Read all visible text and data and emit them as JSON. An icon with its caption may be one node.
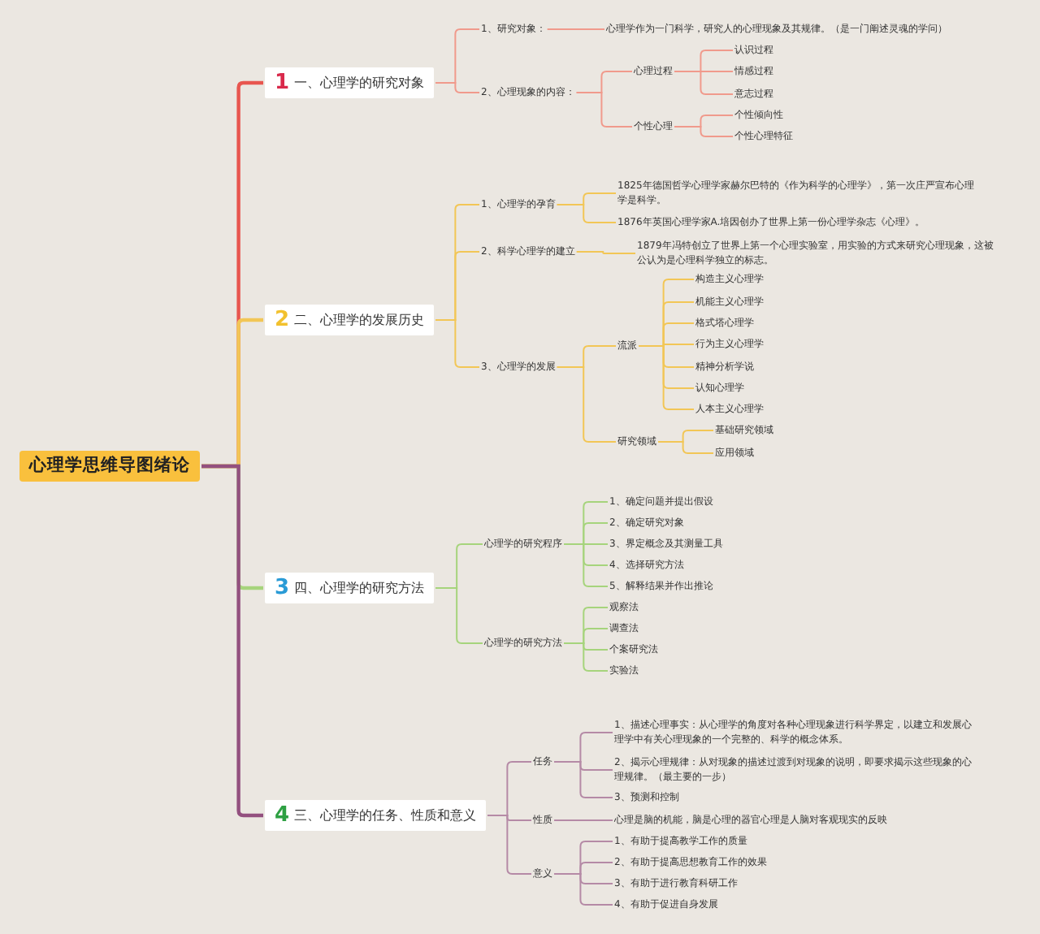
{
  "diagram": {
    "nodes": [
      {
        "text": [
          "心理学思维导图绪论"
        ]
      },
      {
        "text": [
          "1",
          "一、心理学的研究对象"
        ]
      },
      {
        "text": [
          "1、研究对象："
        ]
      },
      {
        "text": [
          "心理学作为一门科学，研究人的心理现象及其规律。（是一门阐述灵魂的学问）"
        ]
      },
      {
        "text": [
          "2、心理现象的内容："
        ]
      },
      {
        "text": [
          "心理过程"
        ]
      },
      {
        "text": [
          "认识过程"
        ]
      },
      {
        "text": [
          "情感过程"
        ]
      },
      {
        "text": [
          "意志过程"
        ]
      },
      {
        "text": [
          "个性心理"
        ]
      },
      {
        "text": [
          "个性倾向性"
        ]
      },
      {
        "text": [
          "个性心理特征"
        ]
      },
      {
        "text": [
          "2",
          "二、心理学的发展历史"
        ]
      },
      {
        "text": [
          "1、心理学的孕育"
        ]
      },
      {
        "text": [
          "1825年德国哲学心理学家赫尔巴特的《作为科学的心理学》，第一次庄严宣布心理学是科学。"
        ]
      },
      {
        "text": [
          "1876年英国心理学家A.培因创办了世界上第一份心理学杂志《心理》。"
        ]
      },
      {
        "text": [
          "2、科学心理学的建立"
        ]
      },
      {
        "text": [
          "1879年冯特创立了世界上第一个心理实验室，用实验的方式来研究心理现象，这被公认为是心理科学独立的标志。"
        ]
      },
      {
        "text": [
          "3、心理学的发展"
        ]
      },
      {
        "text": [
          "流派"
        ]
      },
      {
        "text": [
          "构造主义心理学"
        ]
      },
      {
        "text": [
          "机能主义心理学"
        ]
      },
      {
        "text": [
          "格式塔心理学"
        ]
      },
      {
        "text": [
          "行为主义心理学"
        ]
      },
      {
        "text": [
          "精神分析学说"
        ]
      },
      {
        "text": [
          "认知心理学"
        ]
      },
      {
        "text": [
          "人本主义心理学"
        ]
      },
      {
        "text": [
          "研究领域"
        ]
      },
      {
        "text": [
          "基础研究领域"
        ]
      },
      {
        "text": [
          "应用领域"
        ]
      },
      {
        "text": [
          "3",
          "四、心理学的研究方法"
        ]
      },
      {
        "text": [
          "心理学的研究程序"
        ]
      },
      {
        "text": [
          "1、确定问题并提出假设"
        ]
      },
      {
        "text": [
          "2、确定研究对象"
        ]
      },
      {
        "text": [
          "3、界定概念及其测量工具"
        ]
      },
      {
        "text": [
          "4、选择研究方法"
        ]
      },
      {
        "text": [
          "5、解释结果并作出推论"
        ]
      },
      {
        "text": [
          "心理学的研究方法"
        ]
      },
      {
        "text": [
          "观察法"
        ]
      },
      {
        "text": [
          "调查法"
        ]
      },
      {
        "text": [
          "个案研究法"
        ]
      },
      {
        "text": [
          "实验法"
        ]
      },
      {
        "text": [
          "4",
          "三、心理学的任务、性质和意义"
        ]
      },
      {
        "text": [
          "任务"
        ]
      },
      {
        "text": [
          "1、描述心理事实：从心理学的角度对各种心理现象进行科学界定，以建立和发展心理学中有关心理现象的一个完整的、科学的概念体系。"
        ]
      },
      {
        "text": [
          "2、揭示心理规律：从对现象的描述过渡到对现象的说明，即要求揭示这些现象的心理规律。（最主要的一步）"
        ]
      },
      {
        "text": [
          "3、预测和控制"
        ]
      },
      {
        "text": [
          "性质"
        ]
      },
      {
        "text": [
          "心理是脑的机能，脑是心理的器官心理是人脑对客观现实的反映"
        ]
      },
      {
        "text": [
          "意义"
        ]
      },
      {
        "text": [
          "1、有助于提高教学工作的质量"
        ]
      },
      {
        "text": [
          "2、有助于提高思想教育工作的效果"
        ]
      },
      {
        "text": [
          "3、有助于进行教育科研工作"
        ]
      },
      {
        "text": [
          "4、有助于促进自身发展"
        ]
      }
    ],
    "edges": [
      {
        "from": 0,
        "to": 1,
        "arrow": "none",
        "color": "#e8564f"
      },
      {
        "from": 0,
        "to": 12,
        "arrow": "none"
      },
      {
        "from": 0,
        "to": 30,
        "arrow": "none",
        "color": "#a6d47c"
      },
      {
        "from": 0,
        "to": 42,
        "arrow": "none",
        "color": "#93507f"
      },
      {
        "from": 1,
        "to": 2,
        "arrow": "none",
        "color": "#f09a8c"
      },
      {
        "from": 2,
        "to": 3,
        "arrow": "none",
        "color": "#f09a8c"
      },
      {
        "from": 1,
        "to": 4,
        "arrow": "none",
        "color": "#f09a8c"
      },
      {
        "from": 4,
        "to": 5,
        "arrow": "none",
        "color": "#f09a8c"
      },
      {
        "from": 5,
        "to": 6,
        "arrow": "none",
        "color": "#f09a8c"
      },
      {
        "from": 5,
        "to": 7,
        "arrow": "none",
        "color": "#f09a8c"
      },
      {
        "from": 5,
        "to": 8,
        "arrow": "none",
        "color": "#f09a8c"
      },
      {
        "from": 4,
        "to": 9,
        "arrow": "none",
        "color": "#f09a8c"
      },
      {
        "from": 9,
        "to": 10,
        "arrow": "none",
        "color": "#f09a8c"
      },
      {
        "from": 9,
        "to": 11,
        "arrow": "none",
        "color": "#f09a8c"
      },
      {
        "from": 12,
        "to": 13,
        "arrow": "none"
      },
      {
        "from": 13,
        "to": 14,
        "arrow": "none"
      },
      {
        "from": 13,
        "to": 15,
        "arrow": "none"
      },
      {
        "from": 12,
        "to": 16,
        "arrow": "none"
      },
      {
        "from": 16,
        "to": 17,
        "arrow": "none"
      },
      {
        "from": 12,
        "to": 18,
        "arrow": "none"
      },
      {
        "from": 18,
        "to": 19,
        "arrow": "none"
      },
      {
        "from": 19,
        "to": 20,
        "arrow": "none"
      },
      {
        "from": 19,
        "to": 21,
        "arrow": "none"
      },
      {
        "from": 19,
        "to": 22,
        "arrow": "none"
      },
      {
        "from": 19,
        "to": 23,
        "arrow": "none"
      },
      {
        "from": 19,
        "to": 24,
        "arrow": "none"
      },
      {
        "from": 19,
        "to": 25,
        "arrow": "none"
      },
      {
        "from": 19,
        "to": 26,
        "arrow": "none"
      },
      {
        "from": 18,
        "to": 27,
        "arrow": "none"
      },
      {
        "from": 27,
        "to": 28,
        "arrow": "none"
      },
      {
        "from": 27,
        "to": 29,
        "arrow": "none"
      },
      {
        "from": 30,
        "to": 31,
        "arrow": "none",
        "color": "#a6d47c"
      },
      {
        "from": 31,
        "to": 32,
        "arrow": "none",
        "color": "#a6d47c"
      },
      {
        "from": 31,
        "to": 33,
        "arrow": "none",
        "color": "#a6d47c"
      },
      {
        "from": 31,
        "to": 34,
        "arrow": "none",
        "color": "#a6d47c"
      },
      {
        "from": 31,
        "to": 35,
        "arrow": "none",
        "color": "#a6d47c"
      },
      {
        "from": 31,
        "to": 36,
        "arrow": "none",
        "color": "#a6d47c"
      },
      {
        "from": 30,
        "to": 37,
        "arrow": "none",
        "color": "#a6d47c"
      },
      {
        "from": 37,
        "to": 38,
        "arrow": "none",
        "color": "#a6d47c"
      },
      {
        "from": 37,
        "to": 39,
        "arrow": "none",
        "color": "#a6d47c"
      },
      {
        "from": 37,
        "to": 40,
        "arrow": "none",
        "color": "#a6d47c"
      },
      {
        "from": 37,
        "to": 41,
        "arrow": "none",
        "color": "#a6d47c"
      },
      {
        "from": 42,
        "to": 43,
        "arrow": "none",
        "color": "#b58aa6"
      },
      {
        "from": 43,
        "to": 44,
        "arrow": "none",
        "color": "#b58aa6"
      },
      {
        "from": 43,
        "to": 45,
        "arrow": "none",
        "color": "#b58aa6"
      },
      {
        "from": 43,
        "to": 46,
        "arrow": "none",
        "color": "#b58aa6"
      },
      {
        "from": 42,
        "to": 47,
        "arrow": "none",
        "color": "#b58aa6"
      },
      {
        "from": 47,
        "to": 48,
        "arrow": "none",
        "color": "#b58aa6"
      },
      {
        "from": 42,
        "to": 49,
        "arrow": "none",
        "color": "#b58aa6"
      },
      {
        "from": 49,
        "to": 50,
        "arrow": "none",
        "color": "#b58aa6"
      },
      {
        "from": 49,
        "to": 51,
        "arrow": "none",
        "color": "#b58aa6"
      },
      {
        "from": 49,
        "to": 52,
        "arrow": "none",
        "color": "#b58aa6"
      },
      {
        "from": 49,
        "to": 53,
        "arrow": "none",
        "color": "#b58aa6"
      }
    ]
  }
}
